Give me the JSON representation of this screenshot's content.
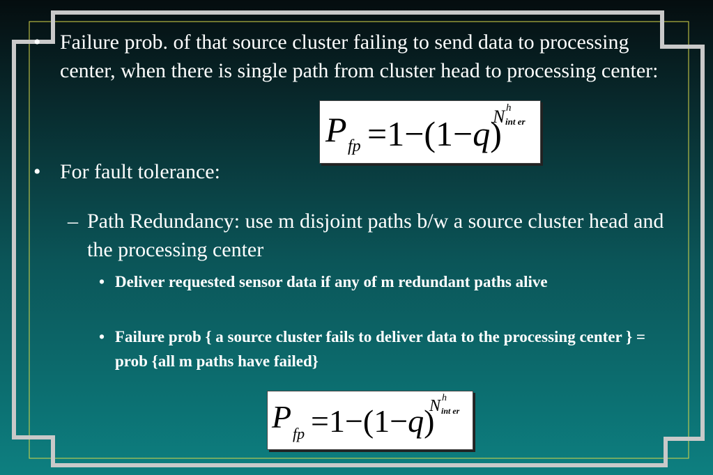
{
  "bullets": {
    "b1": "Failure prob. of that source cluster failing to send data to processing center, when there is single path from cluster head to processing center:",
    "b2": "For fault tolerance:",
    "sub1": "Path Redundancy:  use m disjoint paths b/w a source cluster head and the processing center",
    "subsub1": "Deliver requested sensor data if any of m redundant paths alive",
    "subsub2": "Failure prob { a source cluster fails to deliver data to the processing center } =  prob {all m paths have failed}"
  },
  "symbols": {
    "bullet": "•",
    "dash": "–"
  },
  "equation": {
    "P": "P",
    "sub": "fp",
    "body_pre": "=1−(1−",
    "q": "q",
    "body_post": ")",
    "exp_base": "N",
    "exp_sup": "h",
    "exp_sub": "int er"
  },
  "colors": {
    "frame_gray": "#c9c9c9",
    "accent_yellow": "#d8d84a"
  }
}
